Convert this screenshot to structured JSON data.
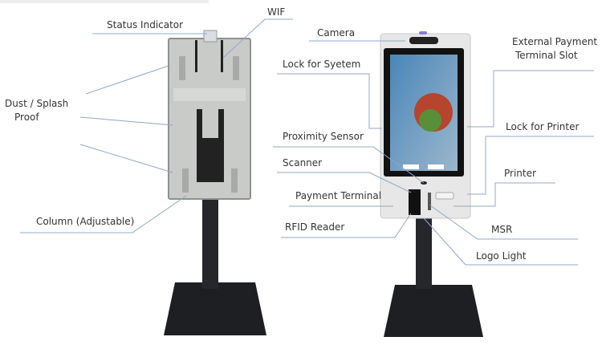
{
  "left_kiosk": {
    "labels": {
      "status_indicator": "Status Indicator",
      "wifi": "WIF",
      "dust_splash_1": "Dust / Splash",
      "dust_splash_2": "Proof",
      "column": "Column (Adjustable)"
    }
  },
  "right_kiosk": {
    "labels": {
      "camera": "Camera",
      "lock_system": "Lock for Syetem",
      "proximity_sensor": "Proximity Sensor",
      "scanner": "Scanner",
      "payment_terminal": "Payment Terminal",
      "rfid_reader": "RFID Reader",
      "external_slot_1": "External Payment",
      "external_slot_2": "Terminal Slot",
      "lock_printer": "Lock for Printer",
      "printer": "Printer",
      "msr": "MSR",
      "logo_light": "Logo Light"
    }
  },
  "colors": {
    "leader_line": "#8fa8c8",
    "housing": "#e6e7e6",
    "stand": "#1e1f22"
  }
}
